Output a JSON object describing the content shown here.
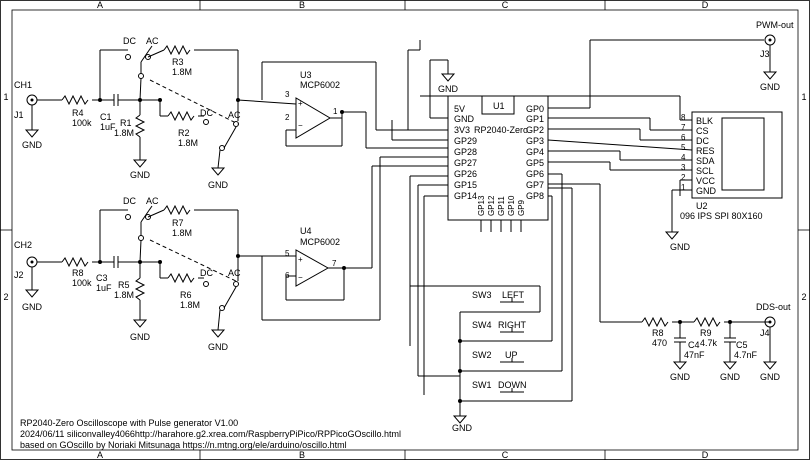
{
  "border": {
    "cols": [
      "A",
      "B",
      "C",
      "D"
    ],
    "rows": [
      "1",
      "2"
    ]
  },
  "footer": {
    "line1": "RP2040-Zero Oscilloscope with Pulse generator V1.00",
    "line2": "2024/06/11 siliconvalley4066http://harahore.g2.xrea.com/RaspberryPiPico/RPPicoGOscillo.html",
    "line3": "based on GOscillo by Noriaki Mitsunaga https://n.mtng.org/ele/arduino/oscillo.html"
  },
  "ch1": {
    "connector": "CH1",
    "jack": "J1",
    "gnd": "GND",
    "r4": "R4",
    "r4v": "100k",
    "c1": "C1",
    "c1v": "1uF",
    "r1": "R1",
    "r1v": "1.8M",
    "r3": "R3",
    "r3v": "1.8M",
    "r2": "R2",
    "r2v": "1.8M",
    "dc1": "DC",
    "ac1": "AC",
    "dc2": "DC",
    "ac2": "AC",
    "gnd1": "GND",
    "gnd2": "GND"
  },
  "ch2": {
    "connector": "CH2",
    "jack": "J2",
    "gnd": "GND",
    "r8": "R8",
    "r8v": "100k",
    "c3": "C3",
    "c3v": "1uF",
    "r5": "R5",
    "r5v": "1.8M",
    "r7": "R7",
    "r7v": "1.8M",
    "r6": "R6",
    "r6v": "1.8M",
    "dc1": "DC",
    "ac1": "AC",
    "dc2": "DC",
    "ac2": "AC",
    "gnd1": "GND",
    "gnd2": "GND"
  },
  "u3": {
    "ref": "U3",
    "part": "MCP6002",
    "p3": "3",
    "p2": "2",
    "p1": "1",
    "plus": "+",
    "minus": "−"
  },
  "u4": {
    "ref": "U4",
    "part": "MCP6002",
    "p5": "5",
    "p6": "6",
    "p7": "7",
    "plus": "+",
    "minus": "−"
  },
  "u1": {
    "ref": "U1",
    "part": "RP2040-Zero",
    "left_pins": [
      "5V",
      "GND",
      "3V3",
      "GP29",
      "GP28",
      "GP27",
      "GP26",
      "GP15",
      "GP14"
    ],
    "right_pins": [
      "GP0",
      "GP1",
      "GP2",
      "GP3",
      "GP4",
      "GP5",
      "GP6",
      "GP7",
      "GP8"
    ],
    "bottom_pins": [
      "GP13",
      "GP12",
      "GP11",
      "GP10",
      "GP9"
    ],
    "gnd": "GND"
  },
  "u2": {
    "ref": "U2",
    "part": "096 IPS SPI 80X160",
    "pins": [
      "BLK",
      "CS",
      "DC",
      "RES",
      "SDA",
      "SCL",
      "VCC",
      "GND"
    ],
    "nums": [
      "8",
      "7",
      "6",
      "5",
      "4",
      "3",
      "2",
      "1"
    ],
    "gnd": "GND"
  },
  "pwm": {
    "label": "PWM-out",
    "jack": "J3",
    "gnd": "GND"
  },
  "dds": {
    "label": "DDS-out",
    "jack": "J4",
    "gnd": "GND",
    "r8": "R8",
    "r8v": "470",
    "r9": "R9",
    "r9v": "4.7k",
    "c4": "C4",
    "c4v": "47nF",
    "c5": "C5",
    "c5v": "4.7nF",
    "gnd_c4": "GND",
    "gnd_c5": "GND"
  },
  "switches": [
    {
      "ref": "SW3",
      "name": "LEFT"
    },
    {
      "ref": "SW4",
      "name": "RIGHT"
    },
    {
      "ref": "SW2",
      "name": "UP"
    },
    {
      "ref": "SW1",
      "name": "DOWN"
    }
  ],
  "sw_gnd": "GND"
}
